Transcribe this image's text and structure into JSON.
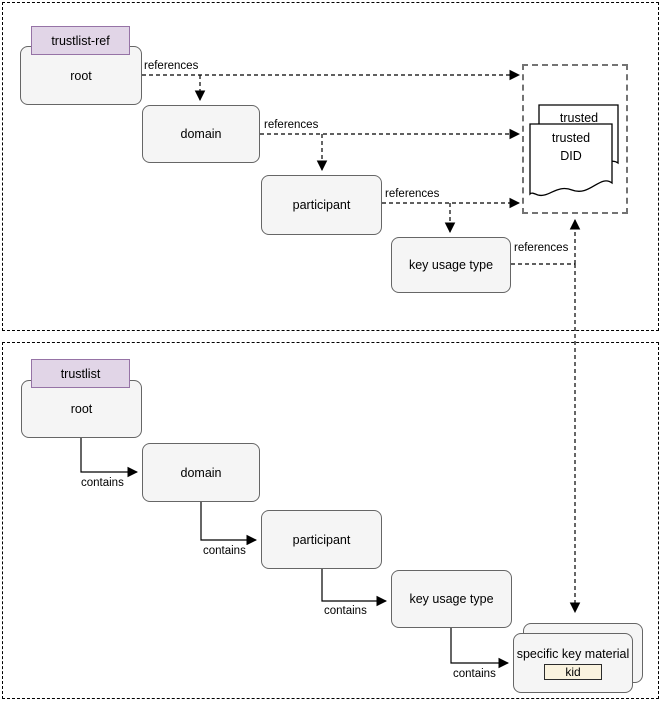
{
  "top_section": {
    "title_tag": "trustlist-ref",
    "nodes": {
      "root": "root",
      "domain": "domain",
      "participant": "participant",
      "key_usage": "key usage type"
    },
    "edge_label": "references",
    "trusted_group": {
      "back_doc": "trusted",
      "front_doc_line1": "trusted",
      "front_doc_line2": "DID"
    }
  },
  "bottom_section": {
    "title_tag": "trustlist",
    "nodes": {
      "root": "root",
      "domain": "domain",
      "participant": "participant",
      "key_usage": "key usage type"
    },
    "edge_label": "contains",
    "stack": {
      "label": "specific key material",
      "kid_label": "kid"
    }
  },
  "colors": {
    "tag_fill": "#E1D5E7",
    "tag_border": "#9673A6",
    "node_fill": "#F5F5F5",
    "node_border": "#666666",
    "group_dash": "#737373",
    "kid_fill": "#FAF3DF",
    "line": "#000000"
  }
}
